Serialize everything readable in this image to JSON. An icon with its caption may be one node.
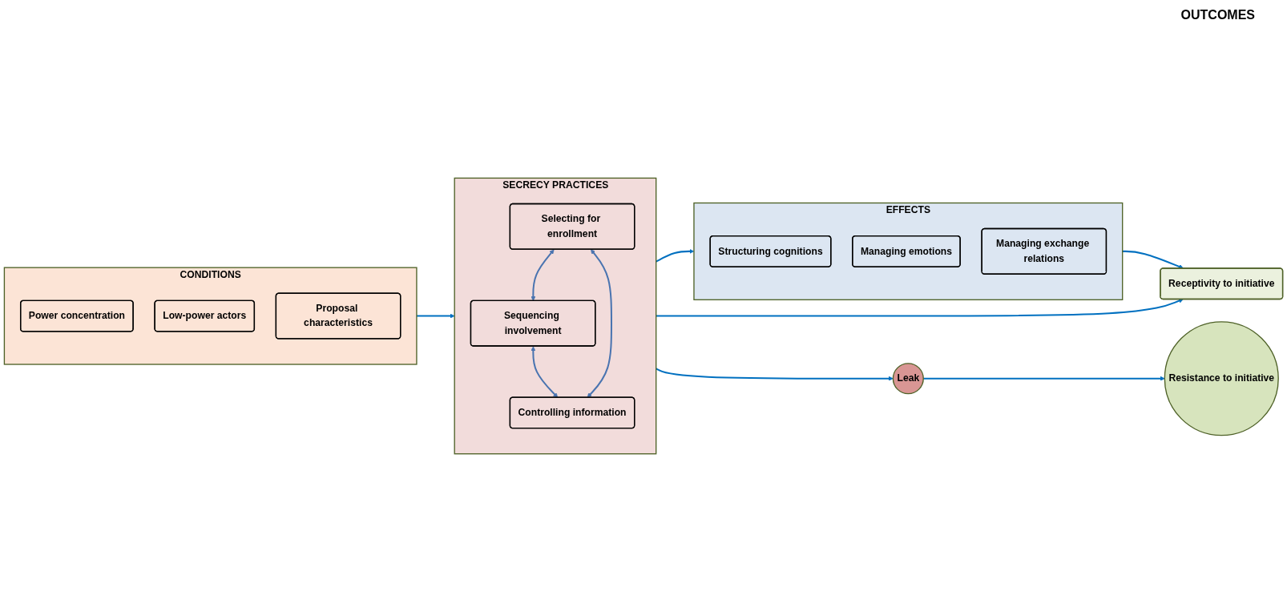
{
  "diagram": {
    "nodes": [
      {
        "text": [
          "CONDITIONS"
        ]
      },
      {
        "text": [
          "Power concentration"
        ],
        "in": 0
      },
      {
        "text": [
          "Low-power actors"
        ],
        "in": 0
      },
      {
        "text": [
          "Proposal characteristics"
        ],
        "in": 0
      },
      {
        "text": [
          "SECRECY PRACTICES"
        ]
      },
      {
        "text": [
          "Selecting for enrollment"
        ],
        "in": 4
      },
      {
        "text": [
          "Controlling information"
        ],
        "in": 4
      },
      {
        "text": [
          "Sequencing involvement"
        ],
        "in": 4
      },
      {
        "text": [
          "EFFECTS"
        ]
      },
      {
        "text": [
          "Structuring cognitions"
        ],
        "in": 8
      },
      {
        "text": [
          "Managing emotions"
        ],
        "in": 8
      },
      {
        "text": [
          "Managing exchange relations"
        ],
        "in": 8
      },
      {
        "text": [
          "Receptivity to initiative"
        ]
      },
      {
        "text": [
          "Leak"
        ]
      },
      {
        "text": [
          "Resistance to initiative"
        ]
      }
    ],
    "edges": [
      {
        "from": 0,
        "to": 4,
        "arrow": "to"
      },
      {
        "from": 4,
        "to": 8,
        "arrow": "to"
      },
      {
        "from": 8,
        "to": 12,
        "arrow": "to"
      },
      {
        "from": 4,
        "to": 12,
        "arrow": "to"
      },
      {
        "from": 4,
        "to": 13,
        "arrow": "to"
      },
      {
        "from": 13,
        "to": 14,
        "arrow": "to"
      },
      {
        "from": 5,
        "to": 7,
        "arrow": "both",
        "color": "#4a74b0"
      },
      {
        "from": 7,
        "to": 6,
        "arrow": "both",
        "color": "#4a74b0"
      },
      {
        "from": 6,
        "to": 5,
        "arrow": "both",
        "color": "#4a74b0"
      }
    ],
    "labels": [
      "OUTCOMES"
    ]
  }
}
